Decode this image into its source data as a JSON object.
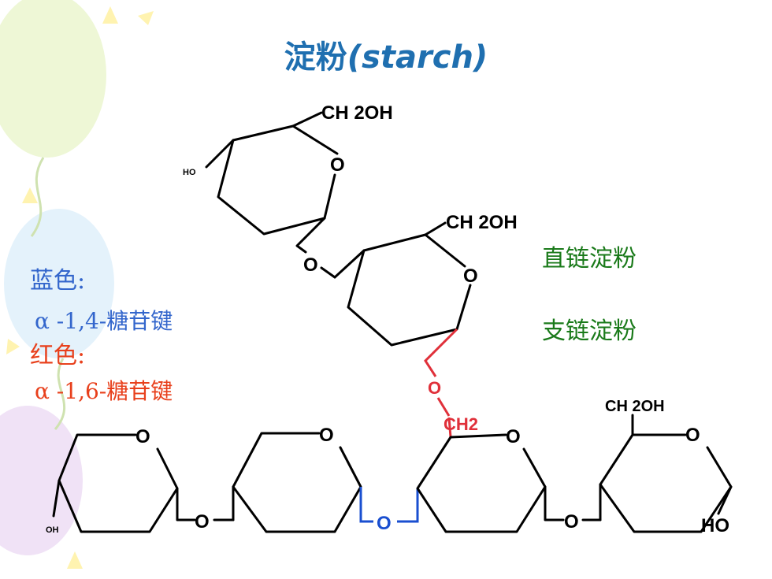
{
  "title": {
    "cn": "淀粉",
    "en": "(starch)"
  },
  "legend": {
    "blue_label": "蓝色:",
    "blue_value": "α -1,4-糖苷键",
    "red_label": "红色:",
    "red_value": "α -1,6-糖苷键",
    "blue_color": "#1a4fd0",
    "red_color": "#e0303a"
  },
  "right_labels": {
    "amylose": "直链淀粉",
    "amylopectin": "支链淀粉"
  },
  "atoms": {
    "ch2oh": "CH 2OH",
    "o": "O",
    "ho": "HO",
    "oh": "OH",
    "ch2": "CH2"
  }
}
